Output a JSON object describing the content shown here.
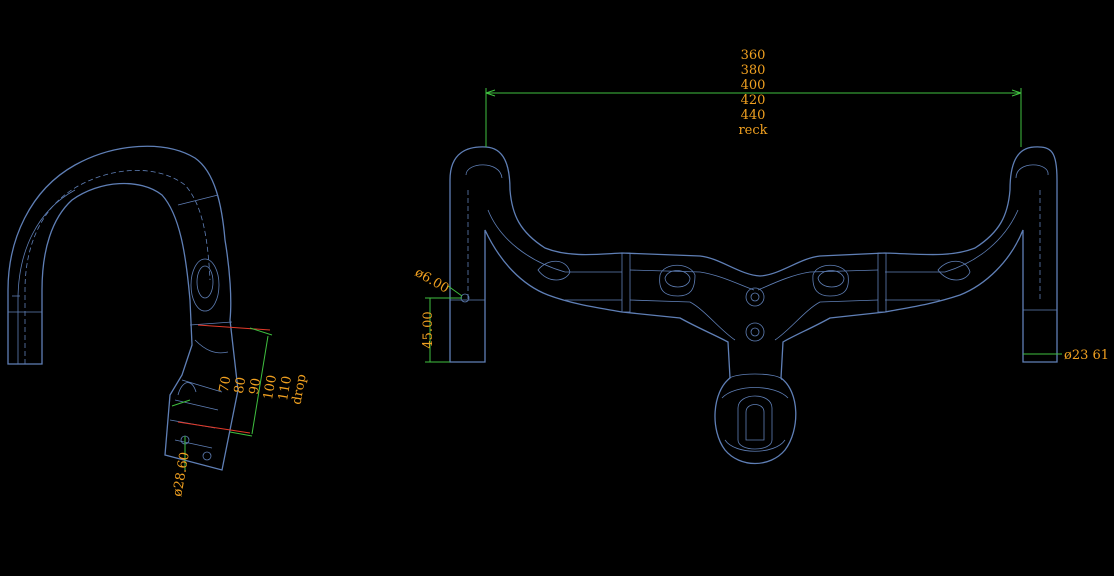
{
  "colors": {
    "background": "#000000",
    "outline": "#5f7fb6",
    "dimension": "#3fbf3f",
    "label": "#f0a020",
    "marker": "#e23a2a"
  },
  "front_view": {
    "width_values": [
      "360",
      "380",
      "400",
      "420",
      "440"
    ],
    "width_label": "reck",
    "hole_dia": "ø6.00",
    "hole_offset": "45.00",
    "bar_dia": "ø23 61"
  },
  "side_view": {
    "drop_values": [
      "70",
      "80",
      "90",
      "100",
      "110"
    ],
    "drop_label": "drop",
    "clamp_dia": "ø28.60"
  }
}
